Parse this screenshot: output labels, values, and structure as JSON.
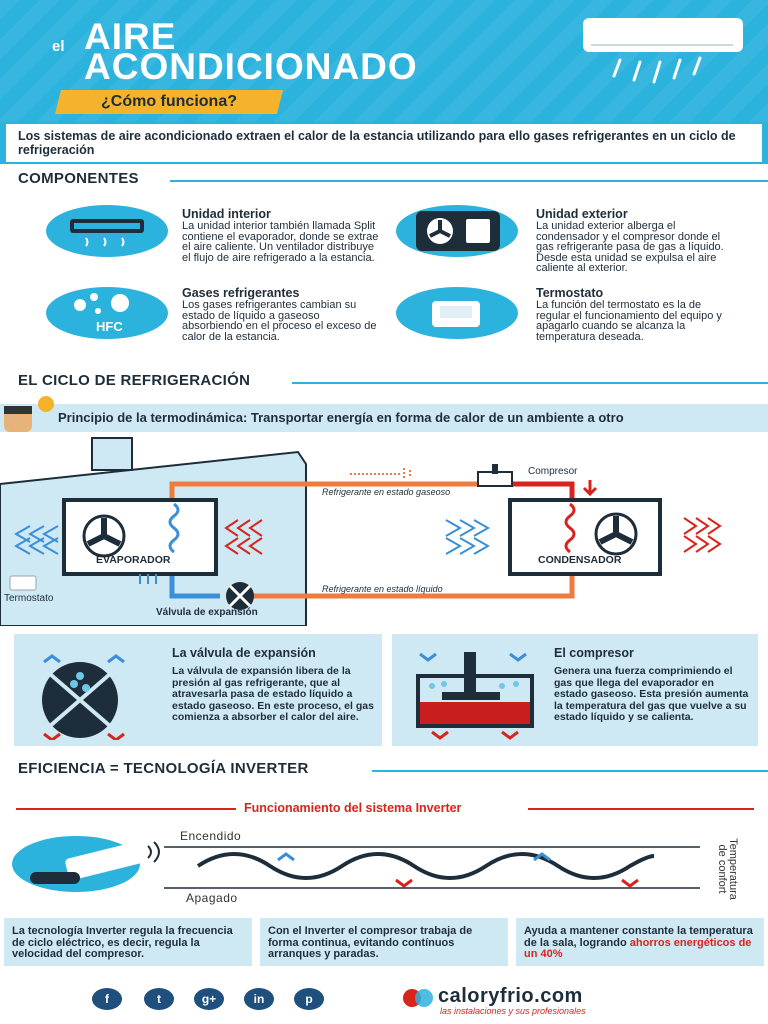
{
  "header": {
    "title_prefix": "el",
    "title_line1": "AIRE",
    "title_line2": "ACONDICIONADO",
    "subtitle": "¿Cómo funciona?"
  },
  "intro": "Los sistemas de aire acondicionado extraen el calor de la estancia utilizando para ello gases refrigerantes en un ciclo de refrigeración",
  "components": {
    "heading": "COMPONENTES",
    "items": [
      {
        "title": "Unidad interior",
        "text": "La unidad interior también llamada Split contiene el evaporador, donde se extrae el aire caliente. Un ventilador distribuye el flujo de aire refrigerado a la estancia.",
        "icon": "indoor-unit-icon"
      },
      {
        "title": "Unidad exterior",
        "text": "La unidad exterior alberga el condensador y el compresor donde el gas refrigerante pasa de gas a líquido. Desde esta unidad se expulsa el aire caliente al exterior.",
        "icon": "outdoor-unit-icon"
      },
      {
        "title": "Gases refrigerantes",
        "text": "Los gases refrigerantes cambian su estado de líquido a gaseoso absorbiendo en el proceso el exceso de calor de la estancia.",
        "icon": "hfc-icon",
        "icon_label": "HFC"
      },
      {
        "title": "Termostato",
        "text": "La función del termostato es la de regular el funcionamiento del equipo y apagarlo cuando se alcanza la temperatura deseada.",
        "icon": "thermostat-icon"
      }
    ]
  },
  "cycle": {
    "heading": "EL CICLO DE REFRIGERACIÓN",
    "principle": "Principio de la termodinámica: Transportar energía en forma de calor de un ambiente a otro",
    "evaporator": "EVAPORADOR",
    "condenser": "CONDENSADOR",
    "compressor": "Compresor",
    "valve": "Válvula de expansión",
    "thermostat": "Termostato",
    "gas_line": "Refrigerante en estado gaseoso",
    "liquid_line": "Refrigerante en estado líquido"
  },
  "panels": {
    "valve": {
      "title": "La válvula de expansión",
      "text": "La válvula de expansión libera de la presión al gas refrigerante, que al atravesarla pasa de estado líquido a estado gaseoso. En este proceso, el gas comienza a absorber el calor del aire."
    },
    "compressor": {
      "title": "El compresor",
      "text": "Genera una fuerza comprimiendo el gas que llega del evaporador en estado gaseoso. Esta presión aumenta la temperatura del gas que vuelve a su estado líquido y se calienta."
    }
  },
  "inverter": {
    "heading": "EFICIENCIA = TECNOLOGÍA INVERTER",
    "subheading": "Funcionamiento del sistema Inverter",
    "on": "Encendido",
    "off": "Apagado",
    "axis": "Temperatura de confort",
    "boxes": [
      {
        "text": "La tecnología Inverter regula la frecuencia de ciclo eléctrico, es decir, regula la velocidad del compresor."
      },
      {
        "text": "Con el Inverter el compresor trabaja de forma continua, evitando contínuos arranques y paradas."
      },
      {
        "text": "Ayuda a mantener constante la temperatura de la sala, logrando ",
        "highlight": "ahorros energéticos de un 40%"
      }
    ]
  },
  "footer": {
    "social": [
      "f",
      "t",
      "g+",
      "in",
      "p"
    ],
    "brand": "caloryfrio.com",
    "tagline": "las instalaciones y sus profesionales"
  },
  "colors": {
    "accent": "#2bb3dd",
    "panel": "#cfe9f4",
    "hot": "#d9241e",
    "warm": "#f07b3f",
    "cold": "#3a8fd9",
    "dark": "#1e2d3a"
  }
}
